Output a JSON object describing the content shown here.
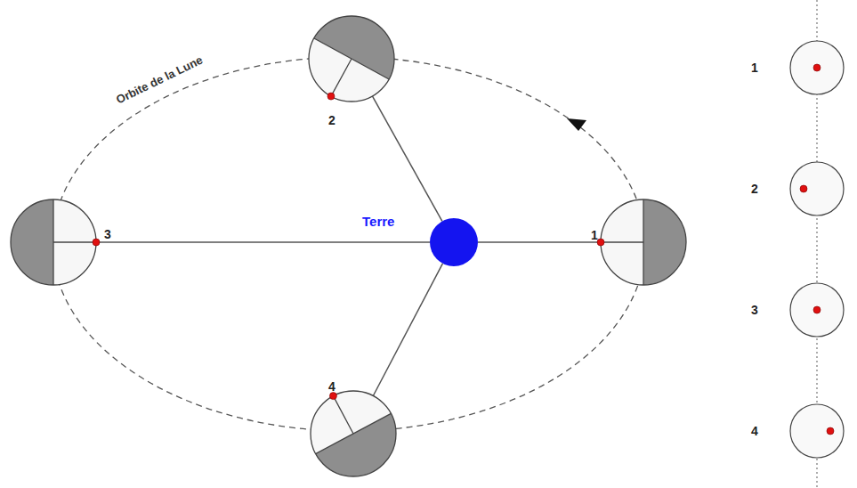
{
  "diagram": {
    "nodes": [
      {
        "text": [
          "Terre"
        ]
      },
      {
        "text": [
          "1"
        ]
      },
      {
        "text": [
          "2"
        ]
      },
      {
        "text": [
          "3"
        ]
      },
      {
        "text": [
          "4"
        ]
      },
      {
        "text": [
          "1"
        ]
      },
      {
        "text": [
          "2"
        ]
      },
      {
        "text": [
          "3"
        ]
      },
      {
        "text": [
          "4"
        ]
      }
    ],
    "edges": [
      {
        "from": 0,
        "to": 1,
        "arrow": "none"
      },
      {
        "from": 0,
        "to": 2,
        "arrow": "none"
      },
      {
        "from": 0,
        "to": 3,
        "arrow": "none"
      },
      {
        "from": 0,
        "to": 4,
        "arrow": "none"
      }
    ],
    "labels": [
      "Orbite de la Lune"
    ]
  }
}
